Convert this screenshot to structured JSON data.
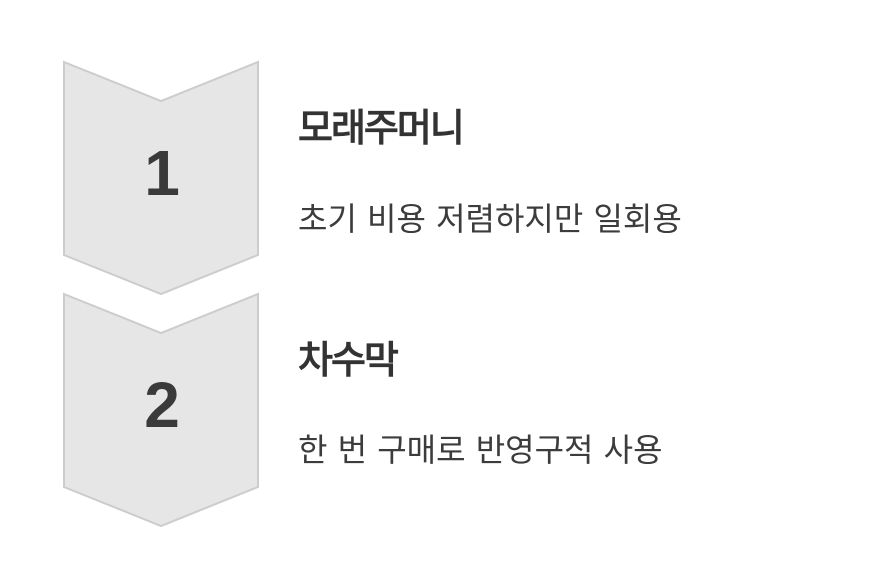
{
  "steps": [
    {
      "number": "1",
      "title": "모래주머니",
      "description": "초기 비용 저렴하지만 일회용"
    },
    {
      "number": "2",
      "title": "차수막",
      "description": "한 번 구매로 반영구적 사용"
    }
  ],
  "colors": {
    "chevron_fill": "#e6e6e6",
    "chevron_stroke": "#cccccc",
    "text": "#333333"
  }
}
